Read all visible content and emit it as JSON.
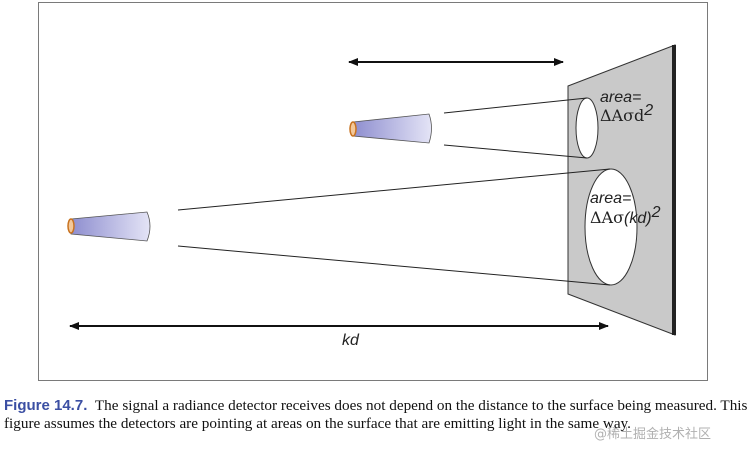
{
  "diagram": {
    "label_kd": "kd",
    "area_near_top": "area=",
    "area_near_bottom_prefix": "ΔAσd",
    "area_near_bottom_sup": "2",
    "area_far_top": "area=",
    "area_far_bottom_prefix": "ΔAσ",
    "area_far_bottom_kd": "(kd)",
    "area_far_bottom_sup": "2",
    "colors": {
      "detector_fill": "#b5b5e0",
      "detector_rim": "#d07a2a",
      "surface_fill": "#c9c9c9",
      "surface_edge": "#222222"
    },
    "icons": [
      "double-arrow",
      "detector-cone",
      "surface-plane"
    ]
  },
  "caption": {
    "figure_label": "Figure 14.7.",
    "text": "The signal a radiance detector receives does not depend on the distance to the surface being measured. This figure assumes the detectors are pointing at areas on the surface that are emitting light in the same way."
  },
  "watermark": "@稀土掘金技术社区"
}
